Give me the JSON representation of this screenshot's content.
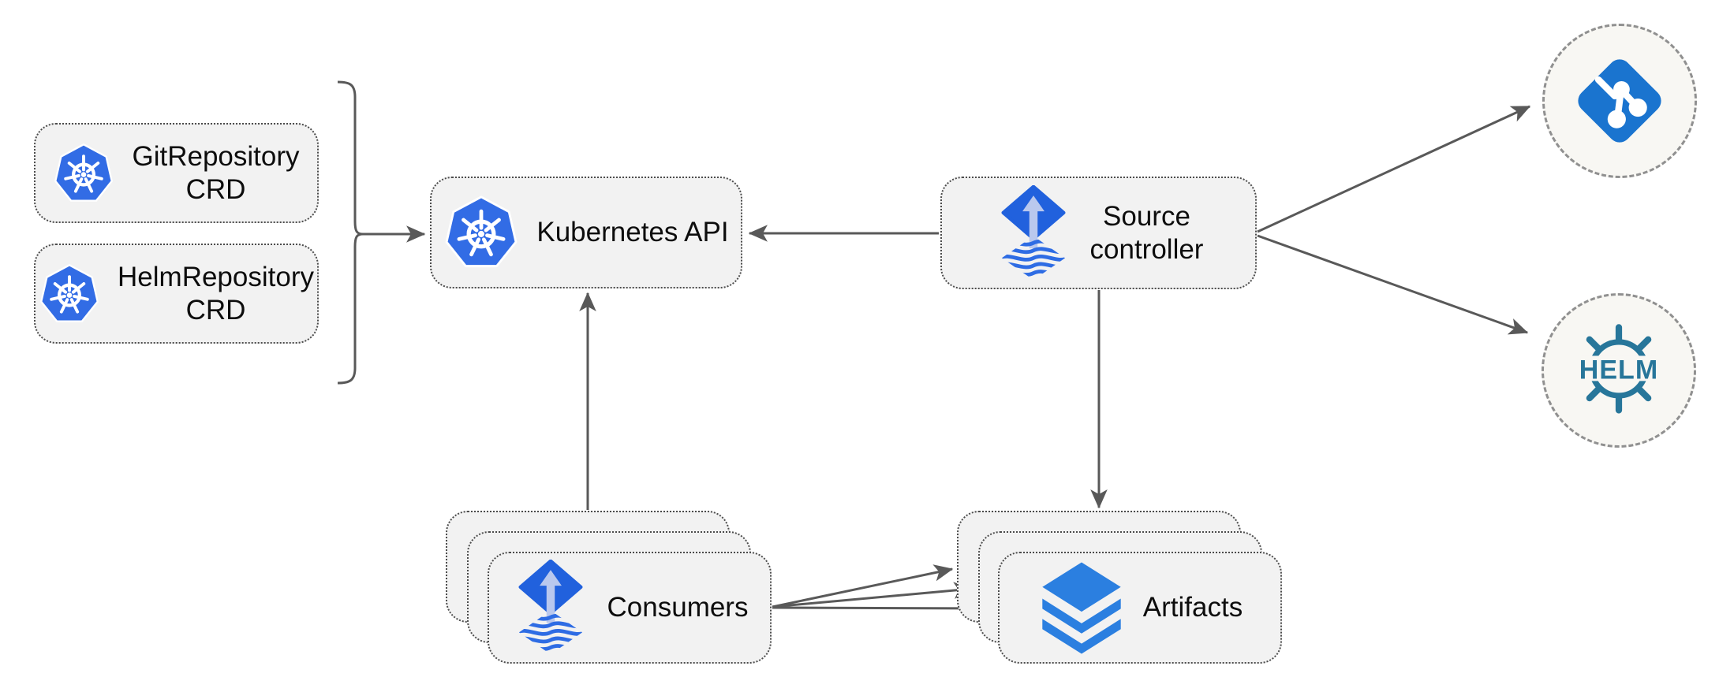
{
  "diagram": {
    "background": "#ffffff",
    "arrow_color": "#595959"
  },
  "nodes": {
    "gitRepositoryCrd": {
      "lines": [
        "GitRepository",
        "CRD"
      ],
      "icon": "kubernetes-icon"
    },
    "helmRepositoryCrd": {
      "lines": [
        "HelmRepository",
        "CRD"
      ],
      "icon": "kubernetes-icon"
    },
    "kubernetesApi": {
      "label": "Kubernetes API",
      "icon": "kubernetes-icon"
    },
    "sourceController": {
      "lines": [
        "Source",
        "controller"
      ],
      "icon": "flux-source-controller-icon"
    },
    "consumers": {
      "label": "Consumers",
      "icon": "flux-source-controller-icon",
      "stack_count": 3
    },
    "artifacts": {
      "label": "Artifacts",
      "icon": "layers-icon",
      "stack_count": 3
    },
    "gitEndpoint": {
      "icon": "git-icon"
    },
    "helmEndpoint": {
      "icon": "helm-icon",
      "label": "HELM"
    }
  },
  "edges": [
    {
      "from": "gitRepositoryCrd+helmRepositoryCrd",
      "to": "kubernetesApi",
      "via": "brace"
    },
    {
      "from": "sourceController",
      "to": "kubernetesApi"
    },
    {
      "from": "consumers",
      "to": "kubernetesApi"
    },
    {
      "from": "sourceController",
      "to": "artifacts"
    },
    {
      "from": "consumers",
      "to": "artifacts",
      "arrow_count": 3
    },
    {
      "from": "sourceController",
      "to": "gitEndpoint"
    },
    {
      "from": "sourceController",
      "to": "helmEndpoint"
    }
  ],
  "colors": {
    "node_fill": "#f2f2f2",
    "node_border": "#4c4c4c",
    "endpoint_fill": "#f8f7f3",
    "endpoint_border": "#909090",
    "kubernetes_blue": "#326ce5",
    "flux_blue": "#2161dd",
    "flux_arrow_light": "#b9c8ee",
    "layers_blue": "#2b7fe0",
    "git_blue": "#1a74cf",
    "helm_teal": "#27769a",
    "label_color": "#0d0d0d"
  }
}
